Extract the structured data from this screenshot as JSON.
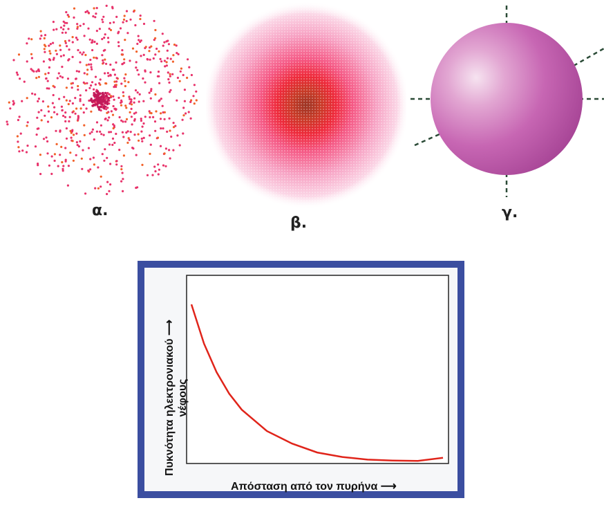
{
  "panels": [
    {
      "id": "a",
      "label": "α.",
      "kind": "dot-scatter cloud"
    },
    {
      "id": "b",
      "label": "β.",
      "kind": "density cloud"
    },
    {
      "id": "c",
      "label": "γ.",
      "kind": "solid sphere with axes"
    }
  ],
  "colors": {
    "dots": "#e8336b",
    "cloud_core": "#c23a2a",
    "cloud_mid": "#ee3346",
    "cloud_edge": "#f8a6c6",
    "sphere_light": "#f3d4ea",
    "sphere_dark": "#b04f9a",
    "frame": "#3b4ea0",
    "curve": "#e0241a",
    "axes_dash": "#2a5a3a"
  },
  "chart": {
    "xlabel": "Απόσταση από τον πυρήνα",
    "ylabel_line1": "Πυκνότητα ηλεκτρονιακού",
    "ylabel_line2": "νέφους",
    "x_arrow": "⟶",
    "y_arrow": "⟶"
  },
  "chart_data": {
    "type": "line",
    "title": "",
    "xlabel": "Απόσταση από τον πυρήνα",
    "ylabel": "Πυκνότητα ηλεκτρονιακού νέφους",
    "ticks": false,
    "grid": false,
    "series": [
      {
        "x": [
          0.0,
          0.05,
          0.1,
          0.15,
          0.2,
          0.3,
          0.4,
          0.5,
          0.6,
          0.7,
          0.8,
          0.9,
          1.0
        ],
        "y": [
          0.88,
          0.66,
          0.5,
          0.38,
          0.29,
          0.17,
          0.1,
          0.05,
          0.025,
          0.01,
          0.005,
          0.003,
          0.02
        ]
      }
    ]
  }
}
